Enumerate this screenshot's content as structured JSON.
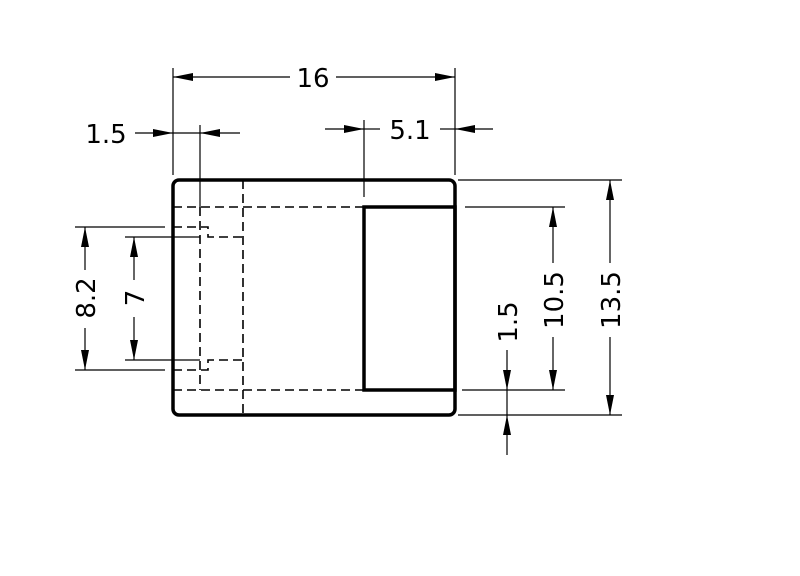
{
  "dimensions": {
    "overall_width": "16",
    "left_wall": "1.5",
    "right_pocket_width": "5.1",
    "left_outer_opening": "8.2",
    "left_inner_opening": "7",
    "bottom_wall": "1.5",
    "pocket_height": "10.5",
    "overall_height": "13.5"
  },
  "colors": {
    "line": "#000000",
    "background": "#ffffff"
  }
}
